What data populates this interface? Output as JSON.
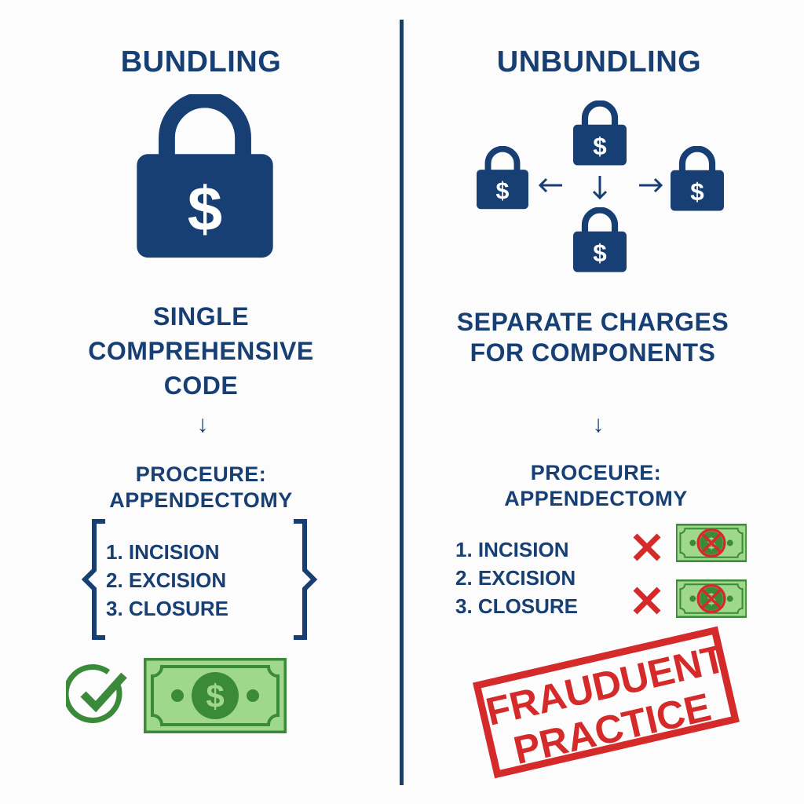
{
  "colors": {
    "navy": "#173f74",
    "green": "#3a8a3a",
    "bill_green": "#9fd88a",
    "red": "#d42a2a"
  },
  "left": {
    "title": "BUNDLING",
    "icon": "padlock-dollar-icon",
    "subtitle": [
      "SINGLE",
      "COMPREHENSIVE",
      "CODE"
    ],
    "arrow": "↓",
    "procedure": [
      "PROCEURE:",
      "APPENDECTOMY"
    ],
    "steps": [
      "1. INCISION",
      "2. EXCISION",
      "3. CLOSURE"
    ],
    "result_icons": [
      "check-circle-icon",
      "dollar-bill-icon"
    ]
  },
  "right": {
    "title": "UNBUNDLING",
    "icon": "split-padlocks-icon",
    "subtitle": [
      "SEPARATE CHARGES",
      "FOR COMPONENTS"
    ],
    "arrow": "↓",
    "procedure": [
      "PROCEURE:",
      "APPENDECTOMY"
    ],
    "steps": [
      "1. INCISION",
      "2. EXCISION",
      "3. CLOSURE"
    ],
    "result_icons": [
      "x-mark-icon",
      "crossed-out-dollar-bill-icon"
    ],
    "stamp": [
      "FRAUDUENT",
      "PRACTICE"
    ]
  }
}
